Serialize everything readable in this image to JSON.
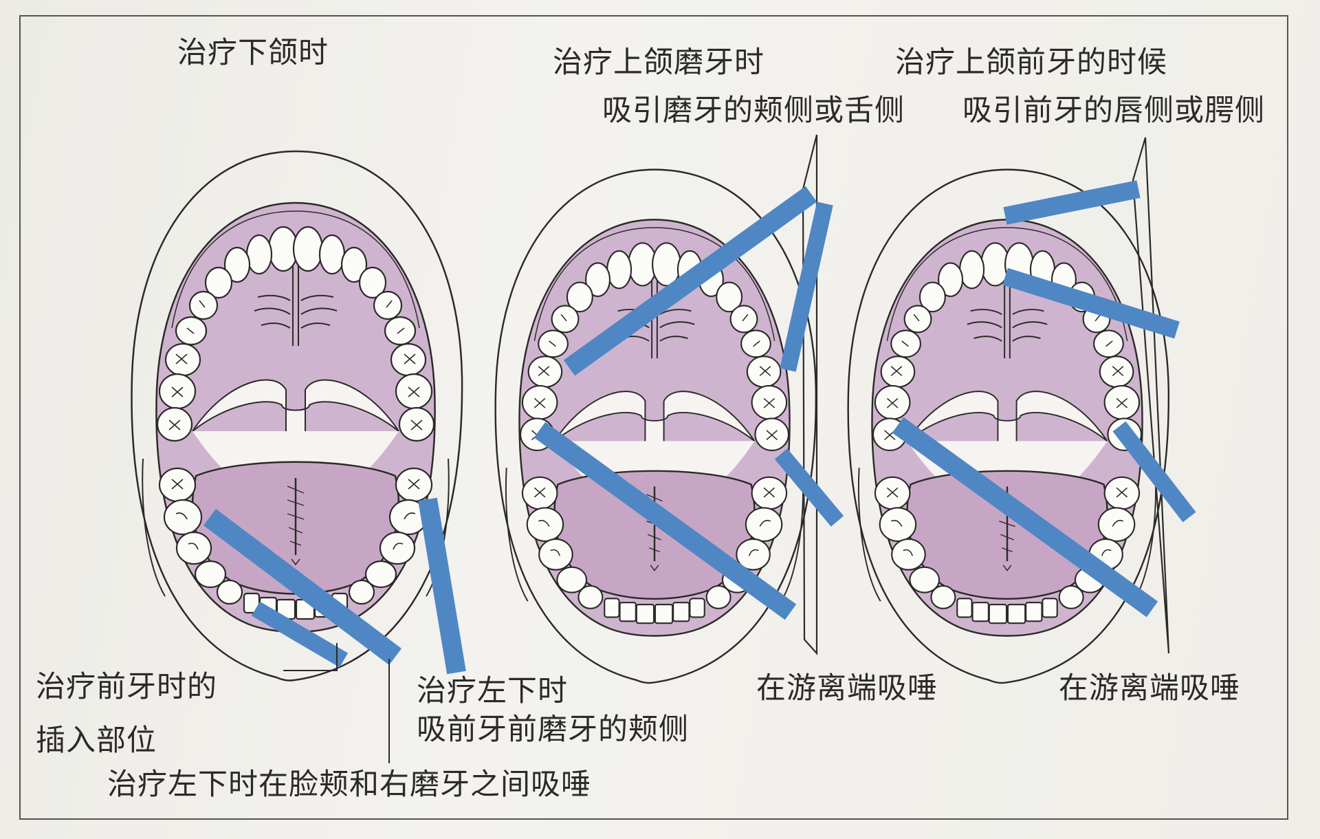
{
  "panels": [
    {
      "title": "治疗下颌时",
      "labels": {
        "front_insert_1": "治疗前牙时的",
        "front_insert_2": "插入部位",
        "left_lower_1": "治疗左下时",
        "left_lower_2": "吸前牙前磨牙的颊侧",
        "cheek_between": "治疗左下时在脸颊和右磨牙之间吸唾"
      }
    },
    {
      "title": "治疗上颌磨牙时",
      "subtitle": "吸引磨牙的颊侧或舌侧",
      "distal_label": "在游离端吸唾"
    },
    {
      "title": "治疗上颌前牙的时候",
      "subtitle": "吸引前牙的唇侧或腭侧",
      "distal_label": "在游离端吸唾"
    }
  ],
  "colors": {
    "mucosa": "#cfb4cf",
    "tongue": "#c7a6c5",
    "tooth": "#fbfbf8",
    "suction_tube": "#4f87c4",
    "line": "#2b2a28"
  }
}
